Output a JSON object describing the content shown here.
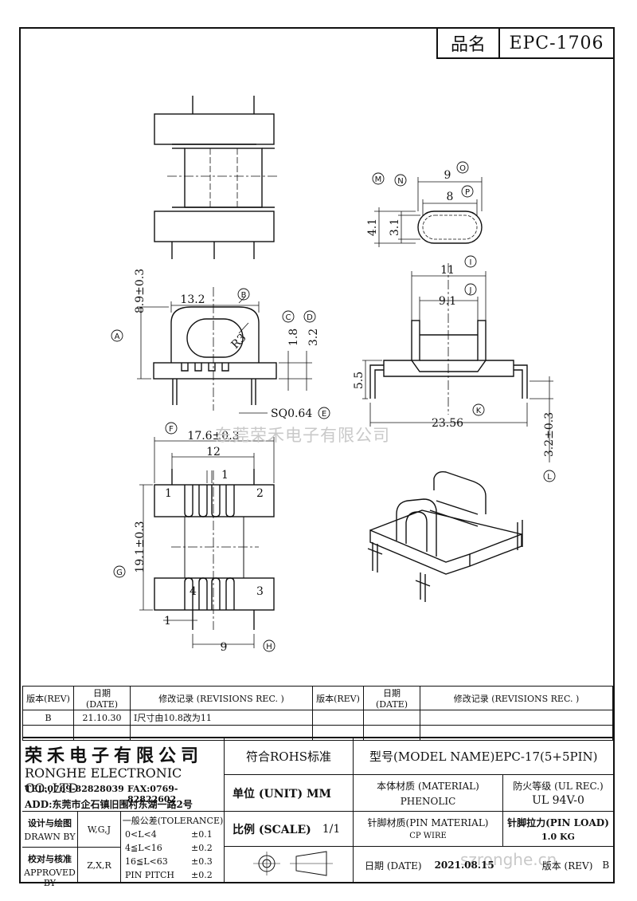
{
  "header": {
    "product_label": "品名",
    "product_code": "EPC-1706"
  },
  "dims": {
    "A": "A",
    "B": "B",
    "C": "C",
    "D": "D",
    "E": "E",
    "F": "F",
    "G": "G",
    "H": "H",
    "I": "I",
    "J": "J",
    "K": "K",
    "L": "L",
    "M": "M",
    "N": "N",
    "O": "O",
    "P": "P",
    "d_9a": "9",
    "d_8": "8",
    "d_41": "4.1",
    "d_31": "3.1",
    "d_132": "13.2",
    "d_r3": "R3",
    "d_18": "1.8",
    "d_32": "3.2",
    "d_89": "8.9±0.3",
    "d_sq": "SQ0.64",
    "d_11": "11",
    "d_91": "9.1",
    "d_55": "5.5",
    "d_2356": "23.56",
    "d_32b": "3.2±0.3",
    "d_176": "17.6±0.3",
    "d_12": "12",
    "d_1a": "1",
    "d_191": "19.1±0.3",
    "d_1b": "1",
    "d_9b": "9",
    "pin1": "1",
    "pin2": "2",
    "pin3": "3",
    "pin4": "4"
  },
  "watermark": "东莞荣禾电子有限公司",
  "watermark2": "szronghe.cn",
  "revisions": {
    "headers": [
      "版本(REV)",
      "日期 (DATE)",
      "修改记录 (REVISIONS REC. )",
      "版本(REV)",
      "日期 (DATE)",
      "修改记录 (REVISIONS REC. )"
    ],
    "row1": [
      "B",
      "21.10.30",
      "I尺寸由10.8改为11",
      "",
      "",
      ""
    ]
  },
  "title_block": {
    "company_cn": "荣禾电子有限公司",
    "company_en": "RONGHE ELECTRONIC CO.,LTD",
    "tel": "TEL:0769-82828039",
    "fax": "FAX:0769-82822602",
    "address": "ADD:东莞市企石镇旧围村东湖一路2号",
    "rohs": "符合ROHS标准",
    "model": "型号(MODEL NAME)EPC-17(5+5PIN)",
    "unit_label": "单位 (UNIT) MM",
    "scale_label": "比例 (SCALE)",
    "scale_value": "1/1",
    "material_label": "本体材质 (MATERIAL)",
    "material_value": "PHENOLIC",
    "fire_label": "防火等级 (UL REC.)",
    "fire_value": "UL 94V-0",
    "pin_mat_label": "针脚材质(PIN MATERIAL)",
    "pin_mat_value": "CP WIRE",
    "pin_load_label": "针脚拉力(PIN LOAD)",
    "pin_load_value": "1.0 KG",
    "design_label": "设计与绘图",
    "design_label_en": "DRAWN BY",
    "design_value": "W,G,J",
    "approve_label": "校对与核准",
    "approve_label_en": "APPROVED BY",
    "approve_value": "Z,X,R",
    "tol_title": "一般公差(TOLERANCE)",
    "tol_rows": [
      {
        "range": "0<L<4",
        "tol": "±0.1"
      },
      {
        "range": "4≦L<16",
        "tol": "±0.2"
      },
      {
        "range": "16≦L<63",
        "tol": "±0.3"
      },
      {
        "range": "PIN PITCH",
        "tol": "±0.2"
      }
    ],
    "date_label": "日期 (DATE)",
    "date_value": "2021.08.15",
    "rev_label": "版本 (REV)",
    "rev_value": "B"
  }
}
